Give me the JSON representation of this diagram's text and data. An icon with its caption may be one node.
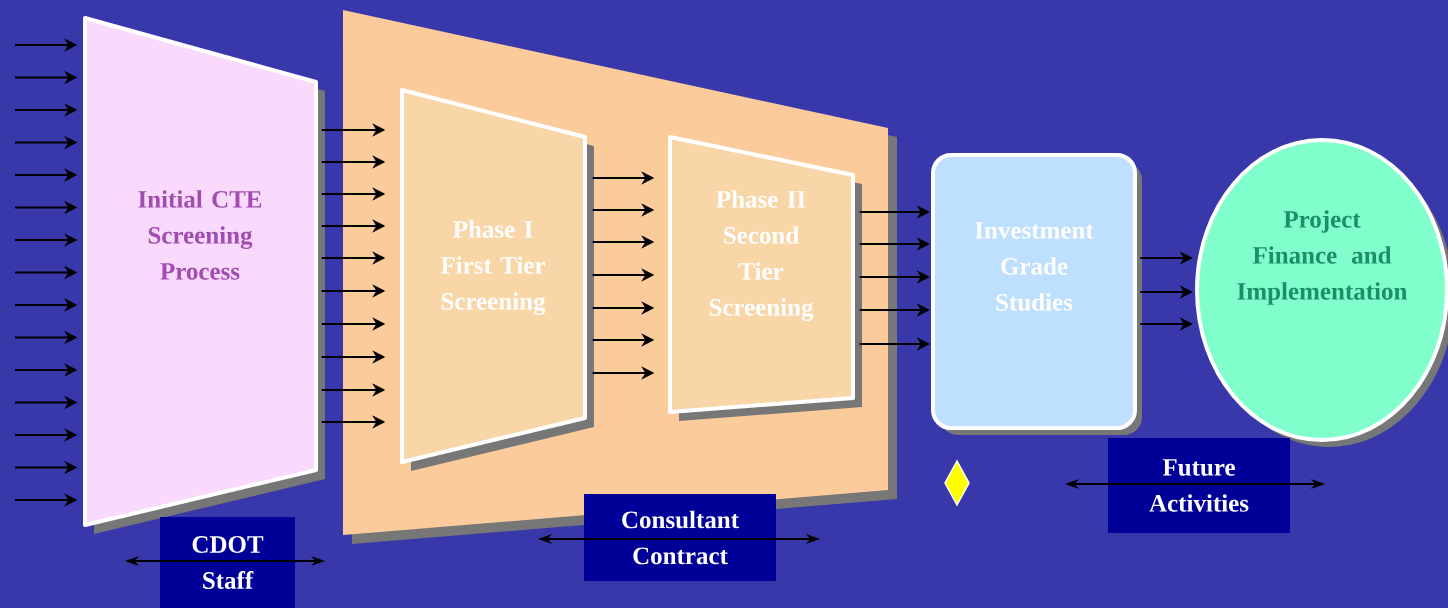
{
  "diagram": {
    "nodes": [
      {
        "text": [
          "Initial CTE Screening Process"
        ]
      },
      {
        "text": [],
        "shape": "trapezoid"
      },
      {
        "text": [
          "Phase I First Tier Screening"
        ],
        "in": 1
      },
      {
        "text": [
          "Phase II Second Tier Screening"
        ],
        "in": 1
      },
      {
        "text": [
          "Investment Grade Studies"
        ]
      },
      {
        "text": [
          "Project Finance and Implementation"
        ]
      },
      {
        "text": [
          "CDOT Staff"
        ]
      },
      {
        "text": [
          "Consultant Contract"
        ]
      },
      {
        "text": [
          "Future Activities"
        ]
      }
    ],
    "edges": [
      {
        "from": null,
        "to": 0,
        "arrow": "to"
      },
      {
        "from": null,
        "to": 0,
        "arrow": "to"
      },
      {
        "from": null,
        "to": 0,
        "arrow": "to"
      },
      {
        "from": null,
        "to": 0,
        "arrow": "to"
      },
      {
        "from": null,
        "to": 0,
        "arrow": "to"
      },
      {
        "from": null,
        "to": 0,
        "arrow": "to"
      },
      {
        "from": null,
        "to": 0,
        "arrow": "to"
      },
      {
        "from": null,
        "to": 0,
        "arrow": "to"
      },
      {
        "from": null,
        "to": 0,
        "arrow": "to"
      },
      {
        "from": null,
        "to": 0,
        "arrow": "to"
      },
      {
        "from": null,
        "to": 0,
        "arrow": "to"
      },
      {
        "from": null,
        "to": 0,
        "arrow": "to"
      },
      {
        "from": null,
        "to": 0,
        "arrow": "to"
      },
      {
        "from": null,
        "to": 0,
        "arrow": "to"
      },
      {
        "from": null,
        "to": 0,
        "arrow": "to"
      },
      {
        "from": 0,
        "to": 2,
        "arrow": "to"
      },
      {
        "from": 0,
        "to": 2,
        "arrow": "to"
      },
      {
        "from": 0,
        "to": 2,
        "arrow": "to"
      },
      {
        "from": 0,
        "to": 2,
        "arrow": "to"
      },
      {
        "from": 0,
        "to": 2,
        "arrow": "to"
      },
      {
        "from": 0,
        "to": 2,
        "arrow": "to"
      },
      {
        "from": 0,
        "to": 2,
        "arrow": "to"
      },
      {
        "from": 0,
        "to": 2,
        "arrow": "to"
      },
      {
        "from": 0,
        "to": 2,
        "arrow": "to"
      },
      {
        "from": 0,
        "to": 2,
        "arrow": "to"
      },
      {
        "from": 2,
        "to": 3,
        "arrow": "to"
      },
      {
        "from": 2,
        "to": 3,
        "arrow": "to"
      },
      {
        "from": 2,
        "to": 3,
        "arrow": "to"
      },
      {
        "from": 2,
        "to": 3,
        "arrow": "to"
      },
      {
        "from": 2,
        "to": 3,
        "arrow": "to"
      },
      {
        "from": 2,
        "to": 3,
        "arrow": "to"
      },
      {
        "from": 2,
        "to": 3,
        "arrow": "to"
      },
      {
        "from": 3,
        "to": 4,
        "arrow": "to"
      },
      {
        "from": 3,
        "to": 4,
        "arrow": "to"
      },
      {
        "from": 3,
        "to": 4,
        "arrow": "to"
      },
      {
        "from": 3,
        "to": 4,
        "arrow": "to"
      },
      {
        "from": 3,
        "to": 4,
        "arrow": "to"
      },
      {
        "from": 4,
        "to": 5,
        "arrow": "to"
      },
      {
        "from": 4,
        "to": 5,
        "arrow": "to"
      },
      {
        "from": 4,
        "to": 5,
        "arrow": "to"
      }
    ]
  }
}
